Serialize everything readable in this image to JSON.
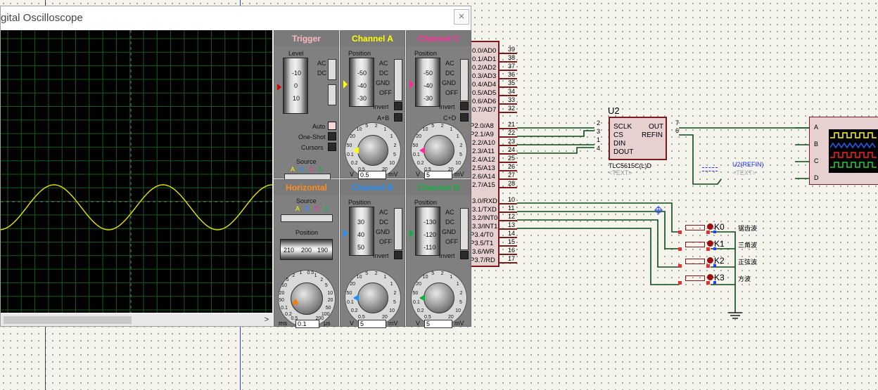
{
  "window": {
    "title": "gital Oscilloscope",
    "close_symbol": "×",
    "scroll_right_symbol": ">"
  },
  "trigger": {
    "title": "Trigger",
    "level_label": "Level",
    "drum": [
      "-10",
      "0",
      "10"
    ],
    "ac": "AC",
    "dc": "DC",
    "auto": "Auto",
    "one_shot": "One-Shot",
    "cursors": "Cursors",
    "source_label": "Source",
    "sources": [
      "A",
      "B",
      "C",
      "D"
    ]
  },
  "channels": [
    {
      "id": "A",
      "title": "Channel A",
      "color": "#ffff00",
      "position_label": "Position",
      "drum": [
        "-50",
        "-40",
        "-30"
      ],
      "options": [
        "AC",
        "DC",
        "GND",
        "OFF"
      ],
      "invert": "Invert",
      "extra": "A+B",
      "ticks": [
        "0.5",
        "0.2",
        "0.1",
        "50",
        "20",
        "10",
        "5",
        "2",
        "1",
        "1",
        "2",
        "5",
        "10",
        "20"
      ],
      "unit_left": "V",
      "unit_right": "mV",
      "value": "0.5"
    },
    {
      "id": "C",
      "title": "Channel C",
      "color": "#ff2b9a",
      "position_label": "Position",
      "drum": [
        "-50",
        "-40",
        "-30"
      ],
      "options": [
        "AC",
        "DC",
        "GND",
        "OFF"
      ],
      "invert": "Invert",
      "extra": "C+D",
      "ticks": [
        "0.5",
        "0.2",
        "0.1",
        "50",
        "20",
        "10",
        "5",
        "2",
        "1",
        "1",
        "2",
        "5",
        "10",
        "20"
      ],
      "unit_left": "V",
      "unit_right": "mV",
      "value": "5"
    },
    {
      "id": "B",
      "title": "Channel B",
      "color": "#1e90ff",
      "position_label": "Position",
      "drum": [
        "30",
        "40",
        "50"
      ],
      "options": [
        "AC",
        "DC",
        "GND",
        "OFF"
      ],
      "invert": "Invert",
      "extra": "",
      "ticks": [
        "0.5",
        "0.2",
        "0.1",
        "50",
        "20",
        "10",
        "5",
        "2",
        "1",
        "1",
        "2",
        "5",
        "10",
        "20"
      ],
      "unit_left": "V",
      "unit_right": "mV",
      "value": "5"
    },
    {
      "id": "D",
      "title": "Channel D",
      "color": "#10b040",
      "position_label": "Position",
      "drum": [
        "-130",
        "-120",
        "-110"
      ],
      "options": [
        "AC",
        "DC",
        "GND",
        "OFF"
      ],
      "invert": "Invert",
      "extra": "",
      "ticks": [
        "0.5",
        "0.2",
        "0.1",
        "50",
        "20",
        "10",
        "5",
        "2",
        "1",
        "1",
        "2",
        "5",
        "10",
        "20"
      ],
      "unit_left": "V",
      "unit_right": "mV",
      "value": "5"
    }
  ],
  "horizontal": {
    "title": "Horizontal",
    "source_label": "Source",
    "sources": [
      "A",
      "B",
      "C",
      "D"
    ],
    "position_label": "Position",
    "drum": [
      "210",
      "200",
      "190"
    ],
    "ticks": [
      "0.5",
      "0.2",
      "0.1",
      "50",
      "20",
      "10",
      "5",
      "2",
      "1",
      "0.5",
      "1",
      "2",
      "5",
      "10",
      "20",
      "50",
      "100",
      "200"
    ],
    "unit_left": "ms",
    "unit_right": "μs",
    "value": "0.1"
  },
  "schematic": {
    "mcu_pins_left": [
      "0.0/AD0",
      "0.1/AD1",
      "0.2/AD2",
      "0.3/AD3",
      "0.4/AD4",
      "0.5/AD5",
      "0.6/AD6",
      "0.7/AD7",
      "P2.0/A8",
      "P2.1/A9",
      "2.2/A10",
      "2.3/A11",
      "2.4/A12",
      "2.5/A13",
      "2.6/A14",
      "2.7/A15",
      "3.0/RXD",
      "3.1/TXD",
      "3.2/INT0",
      "3.3/INT1",
      "P3.4/T0",
      "P3.5/T1",
      "3.6/WR",
      "P3.7/RD"
    ],
    "mcu_pin_numbers": [
      "39",
      "38",
      "37",
      "36",
      "35",
      "34",
      "33",
      "32",
      "21",
      "22",
      "23",
      "24",
      "25",
      "26",
      "27",
      "28",
      "10",
      "11",
      "12",
      "13",
      "14",
      "15",
      "16",
      "17"
    ],
    "u2": {
      "ref": "U2",
      "part": "TLC5615C(L)D",
      "text": "<TEXT>",
      "pins_left": [
        "SCLK",
        "CS",
        "DIN",
        "DOUT"
      ],
      "pin_nums_left": [
        "2",
        "3",
        "1",
        "4"
      ],
      "pins_right": [
        "OUT",
        "REFIN"
      ],
      "pin_nums_right": [
        "7",
        "6"
      ]
    },
    "probe": {
      "label": "U2(REFIN)",
      "text": "<TEXT>"
    },
    "scope_pins": [
      "A",
      "B",
      "C",
      "D"
    ],
    "keys": [
      {
        "ref": "K0",
        "label": "锯齿波"
      },
      {
        "ref": "K1",
        "label": "三角波"
      },
      {
        "ref": "K2",
        "label": "正弦波"
      },
      {
        "ref": "K3",
        "label": "方波"
      }
    ]
  }
}
